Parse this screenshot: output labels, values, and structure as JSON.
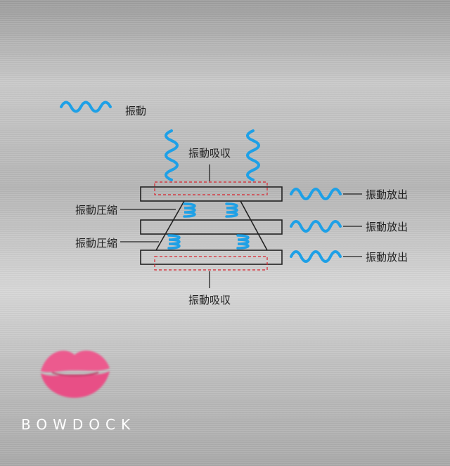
{
  "legend": {
    "vibration": "振動"
  },
  "labels": {
    "absorb_top": "振動吸収",
    "absorb_bottom": "振動吸収",
    "compress_1": "振動圧縮",
    "compress_2": "振動圧縮",
    "release_1": "振動放出",
    "release_2": "振動放出",
    "release_3": "振動放出"
  },
  "brand": {
    "name": "BOWDOCK",
    "logo": "lips-logo"
  },
  "colors": {
    "wave": "#1ea0e6",
    "absorb_box": "#d9232e",
    "logo": "#ec5a8e",
    "line": "#222222"
  }
}
